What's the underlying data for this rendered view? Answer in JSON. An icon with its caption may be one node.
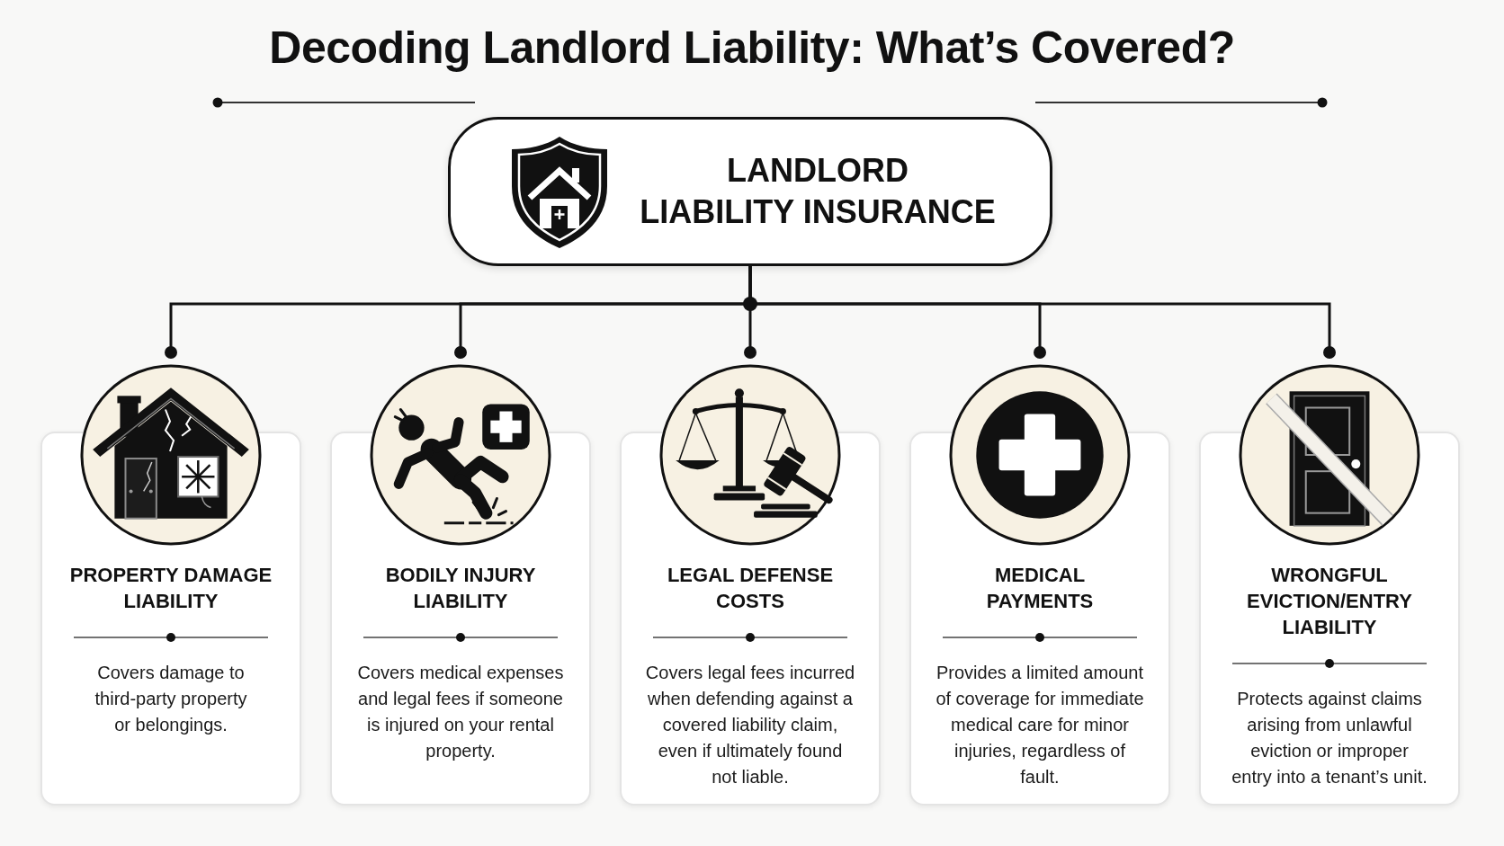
{
  "diagram": {
    "title": "Decoding Landlord Liability: What’s Covered?",
    "nodes": [
      {
        "text": [
          "LANDLORD",
          "LIABILITY INSURANCE"
        ]
      },
      {
        "text": [
          "PROPERTY DAMAGE LIABILITY",
          "Covers damage to third-party property or belongings."
        ]
      },
      {
        "text": [
          "BODILY INJURY LIABILITY",
          "Covers medical expenses and legal fees if someone is injured on your rental property."
        ]
      },
      {
        "text": [
          "LEGAL DEFENSE COSTS",
          "Covers legal fees incurred when defending against a covered liability claim, even if ultimately found not liable."
        ]
      },
      {
        "text": [
          "MEDICAL PAYMENTS",
          "Provides a limited amount of coverage for immediate medical care for minor injuries, regardless of fault."
        ]
      },
      {
        "text": [
          "WRONGFUL EVICTION/ENTRY LIABILITY",
          "Protects against claims arising from unlawful eviction or improper entry into a tenant’s unit."
        ]
      }
    ],
    "edges": [
      {
        "from": 0,
        "to": 1,
        "arrow": "other"
      },
      {
        "from": 0,
        "to": 2,
        "arrow": "other"
      },
      {
        "from": 0,
        "to": 3,
        "arrow": "other"
      },
      {
        "from": 0,
        "to": 4,
        "arrow": "other"
      },
      {
        "from": 0,
        "to": 5,
        "arrow": "other"
      }
    ]
  }
}
